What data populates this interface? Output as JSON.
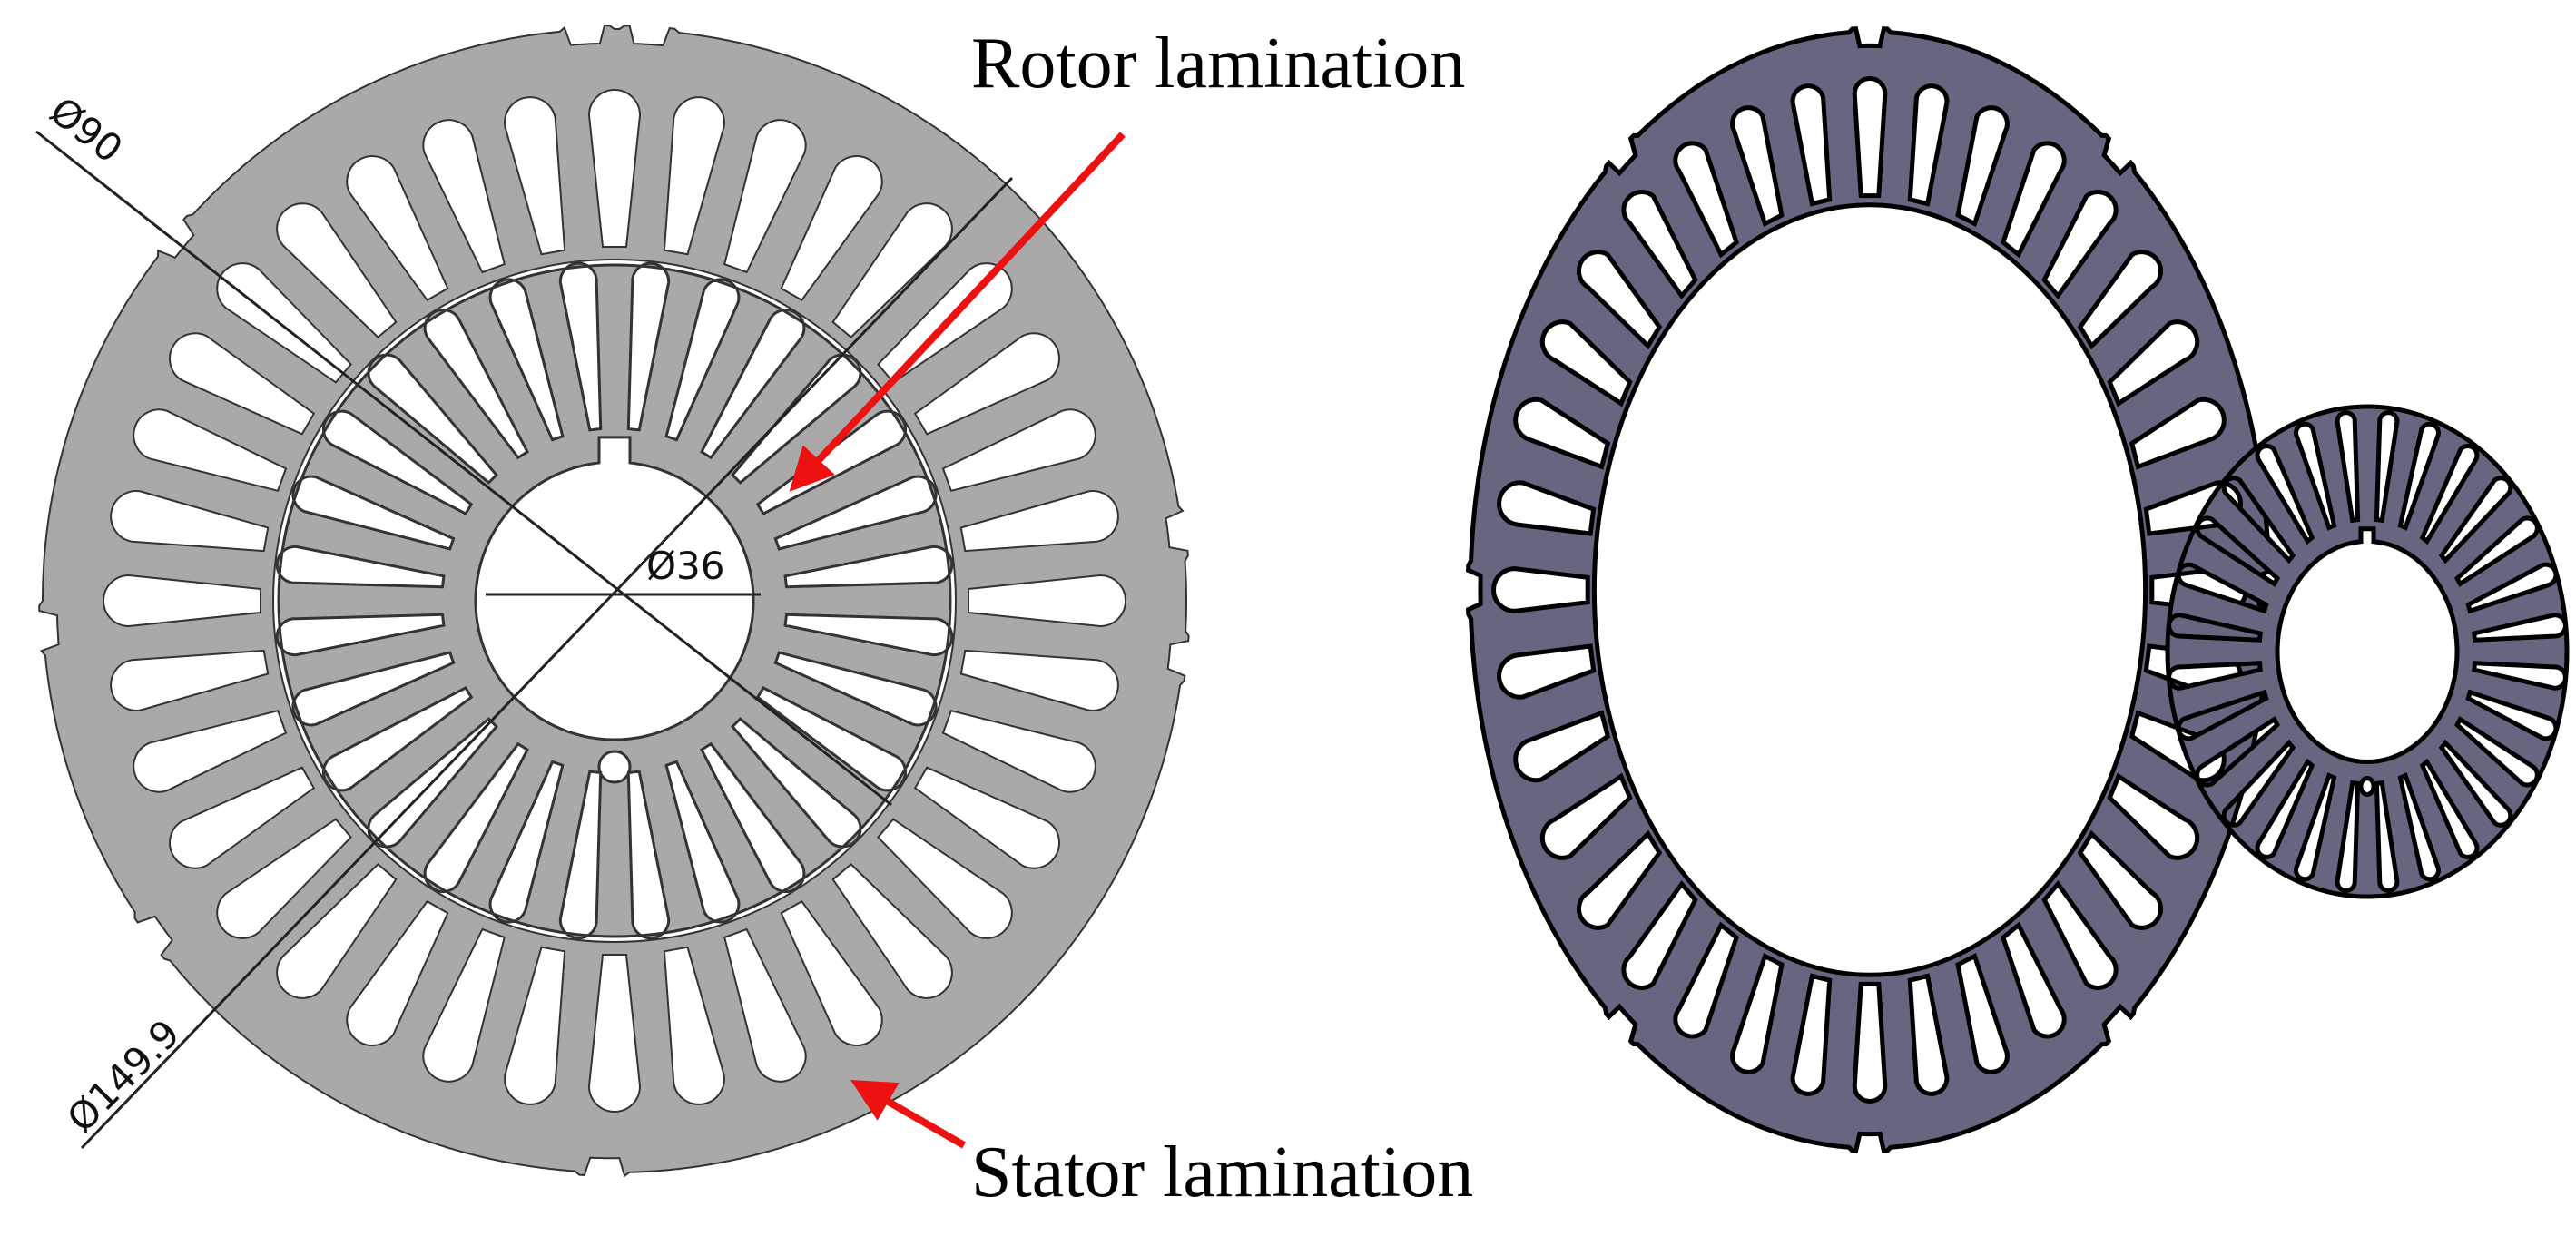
{
  "figure": {
    "callouts": {
      "rotor": "Rotor lamination",
      "stator": "Stator lamination"
    },
    "dimensions": {
      "stator_inner": "Ø90",
      "stator_outer": "Ø149.9",
      "rotor_bore": "Ø36"
    },
    "colors": {
      "drawing_fill": "#a9a9a9",
      "drawing_edge": "#333333",
      "render_fill": "#666680",
      "render_edge": "#000000",
      "arrow": "#ee1111",
      "background": "#ffffff"
    },
    "stator_slot_count": 36,
    "rotor_slot_count": 28
  }
}
